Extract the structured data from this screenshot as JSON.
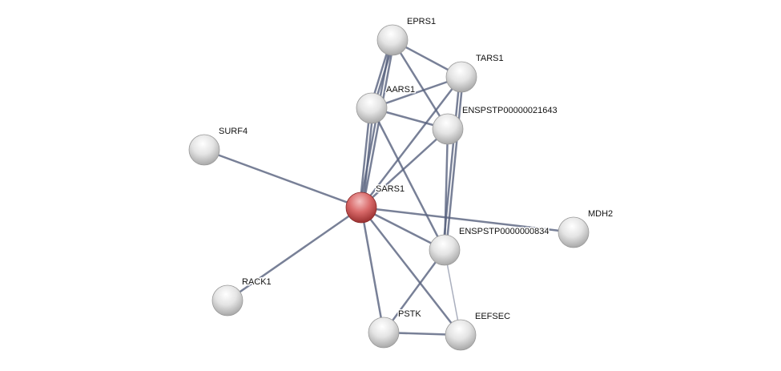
{
  "network": {
    "query_color": "#d24b4b",
    "node_color": "#e6e6e6",
    "edge_color": "#56607d",
    "nodes": [
      {
        "id": "EPRS1",
        "label": "EPRS1"
      },
      {
        "id": "TARS1",
        "label": "TARS1"
      },
      {
        "id": "AARS1",
        "label": "AARS1"
      },
      {
        "id": "ENSPSTP00000021643",
        "label": "ENSPSTP00000021643"
      },
      {
        "id": "SURF4",
        "label": "SURF4"
      },
      {
        "id": "SARS1",
        "label": "SARS1",
        "query": true
      },
      {
        "id": "MDH2",
        "label": "MDH2"
      },
      {
        "id": "ENSPSTP0000000834",
        "label": "ENSPSTP0000000834"
      },
      {
        "id": "RACK1",
        "label": "RACK1"
      },
      {
        "id": "PSTK",
        "label": "PSTK"
      },
      {
        "id": "EEFSEC",
        "label": "EEFSEC"
      }
    ],
    "edges": [
      [
        "SARS1",
        "SURF4",
        1
      ],
      [
        "SARS1",
        "RACK1",
        1
      ],
      [
        "SARS1",
        "MDH2",
        1
      ],
      [
        "SARS1",
        "AARS1",
        2
      ],
      [
        "SARS1",
        "EPRS1",
        2
      ],
      [
        "SARS1",
        "TARS1",
        1
      ],
      [
        "SARS1",
        "ENSPSTP00000021643",
        1
      ],
      [
        "SARS1",
        "ENSPSTP0000000834",
        1
      ],
      [
        "SARS1",
        "PSTK",
        1
      ],
      [
        "SARS1",
        "EEFSEC",
        1
      ],
      [
        "EPRS1",
        "TARS1",
        1
      ],
      [
        "EPRS1",
        "ENSPSTP00000021643",
        1
      ],
      [
        "EPRS1",
        "AARS1",
        2
      ],
      [
        "AARS1",
        "TARS1",
        1
      ],
      [
        "AARS1",
        "ENSPSTP00000021643",
        1
      ],
      [
        "AARS1",
        "ENSPSTP0000000834",
        1
      ],
      [
        "TARS1",
        "ENSPSTP0000000834",
        2
      ],
      [
        "ENSPSTP00000021643",
        "ENSPSTP0000000834",
        1
      ],
      [
        "ENSPSTP0000000834",
        "PSTK",
        1
      ],
      [
        "ENSPSTP0000000834",
        "EEFSEC",
        0.5
      ],
      [
        "PSTK",
        "EEFSEC",
        1
      ]
    ]
  }
}
